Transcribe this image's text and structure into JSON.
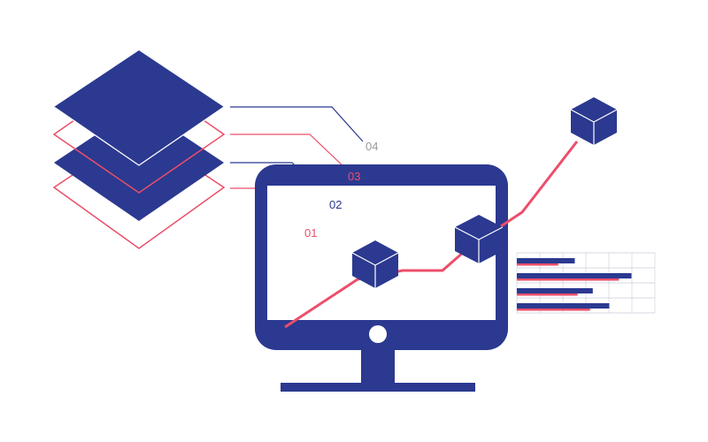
{
  "colors": {
    "navy": "#2b3990",
    "pink": "#ec4e6a",
    "gray": "#9a9a9a",
    "white": "#ffffff",
    "grid": "#c9cbd6"
  },
  "icons": {
    "layer_stack": "layers-icon",
    "monitor": "desktop-monitor-icon",
    "cube": "cube-icon",
    "bar_chart": "horizontal-bar-chart-icon"
  },
  "layers": {
    "labels": [
      {
        "text": "04",
        "color": "#9a9a9a"
      },
      {
        "text": "03",
        "color": "#ec4e6a"
      },
      {
        "text": "02",
        "color": "#2b3990"
      },
      {
        "text": "01",
        "color": "#ec4e6a"
      }
    ]
  },
  "mini_chart": {
    "rows": [
      {
        "navy": 0.42,
        "pink": 0.3
      },
      {
        "navy": 0.83,
        "pink": 0.74
      },
      {
        "navy": 0.55,
        "pink": 0.44
      },
      {
        "navy": 0.67,
        "pink": 0.53
      }
    ]
  }
}
